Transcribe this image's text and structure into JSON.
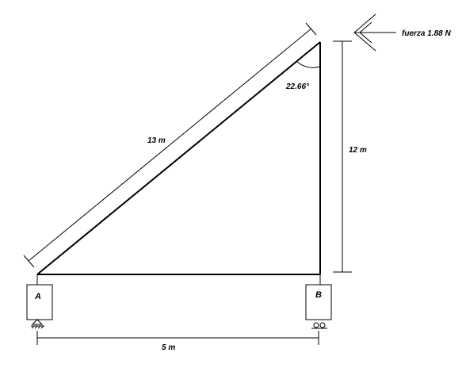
{
  "diagram": {
    "force_label": "fuerza 1.88 N",
    "hypotenuse_label": "13 m",
    "height_label": "12 m",
    "base_label": "5 m",
    "angle_label": "22.66°",
    "support_a_label": "A",
    "support_b_label": "B"
  },
  "colors": {
    "line": "#000000",
    "background": "#ffffff"
  }
}
